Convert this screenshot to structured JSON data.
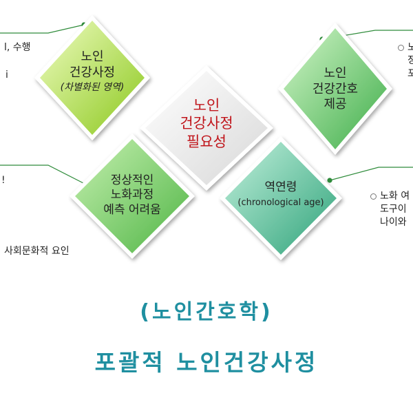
{
  "diagram": {
    "center": {
      "lines": [
        "노인",
        "건강사정",
        "필요성"
      ]
    },
    "top_left": {
      "lines": [
        "노인",
        "건강사정"
      ],
      "sub": "(차별화된 영역)"
    },
    "top_right": {
      "lines": [
        "노인",
        "건강간호",
        "제공"
      ]
    },
    "bottom_left": {
      "lines": [
        "정상적인",
        "노화과정",
        "예측 어려움"
      ]
    },
    "bottom_right": {
      "lines": [
        "역연령"
      ],
      "sub": "(chronological age)"
    }
  },
  "side_notes": {
    "top_left_fragment_1": "l, 수행",
    "top_left_fragment_2": "i",
    "top_right_fragment": [
      "노",
      "정",
      "포"
    ],
    "left_mid_fragment": "!",
    "left_bottom_fragment": "사회문화적 요인",
    "bottom_right_fragment": [
      "노화 여",
      "도구이",
      "나이와"
    ]
  },
  "captions": {
    "line1": "(노인간호학)",
    "line2": "포괄적 노인건강사정"
  },
  "colors": {
    "lime_light": "#d9f59a",
    "lime_dark": "#8cc81e",
    "green_light": "#b7ecb0",
    "green_dark": "#3fae4a",
    "teal_light": "#9fe0c0",
    "teal_dark": "#2fa37a",
    "center_text": "#c0151b",
    "caption": "#1f8fa0"
  }
}
